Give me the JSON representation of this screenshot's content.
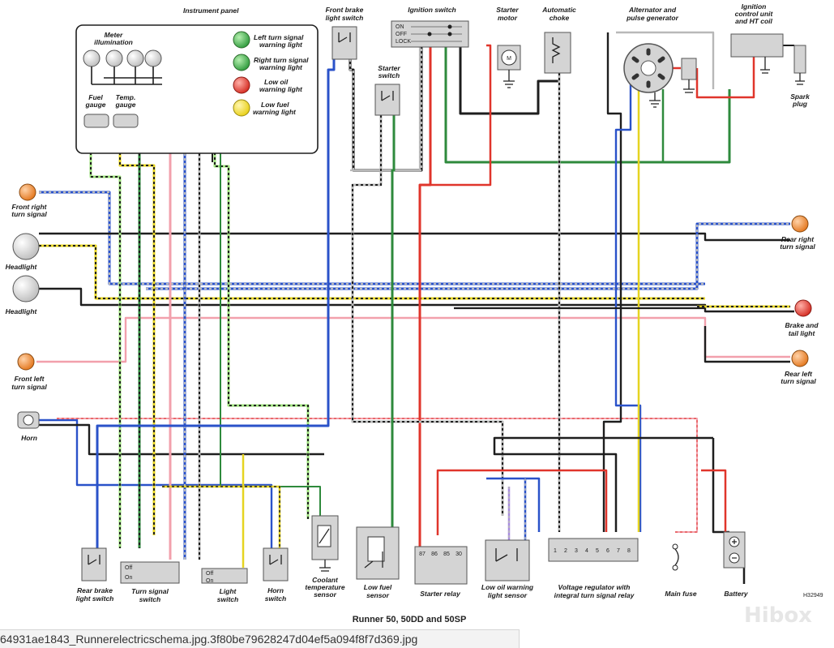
{
  "diagram": {
    "title": "Runner 50, 50DD and 50SP",
    "code": "H32949",
    "watermark": "Hibox",
    "components": {
      "instrument_panel": "Instrument panel",
      "meter_illumination": [
        "Meter",
        "illumination"
      ],
      "fuel_gauge": [
        "Fuel",
        "gauge"
      ],
      "temp_gauge": [
        "Temp.",
        "gauge"
      ],
      "left_turn_warning": [
        "Left turn signal",
        "warning light"
      ],
      "right_turn_warning": [
        "Right turn signal",
        "warning light"
      ],
      "low_oil_warning": [
        "Low oil",
        "warning light"
      ],
      "low_fuel_warning": [
        "Low fuel",
        "warning light"
      ],
      "front_brake_switch": [
        "Front brake",
        "light switch"
      ],
      "ignition_switch": "Ignition switch",
      "ignition_positions": [
        "ON",
        "OFF",
        "LOCK"
      ],
      "starter_motor": [
        "Starter",
        "motor"
      ],
      "starter_motor_symbol": "M",
      "automatic_choke": [
        "Automatic",
        "choke"
      ],
      "alternator": [
        "Alternator and",
        "pulse generator"
      ],
      "ignition_unit": [
        "Ignition",
        "control unit",
        "and HT coil"
      ],
      "spark_plug": [
        "Spark",
        "plug"
      ],
      "starter_switch": [
        "Starter",
        "switch"
      ],
      "front_right_turn": [
        "Front right",
        "turn signal"
      ],
      "headlight_1": "Headlight",
      "headlight_2": "Headlight",
      "front_left_turn": [
        "Front left",
        "turn signal"
      ],
      "horn": "Horn",
      "rear_right_turn": [
        "Rear right",
        "turn signal"
      ],
      "brake_tail_light": [
        "Brake and",
        "tail light"
      ],
      "rear_left_turn": [
        "Rear left",
        "turn signal"
      ],
      "rear_brake_switch": [
        "Rear brake",
        "light switch"
      ],
      "turn_signal_switch": [
        "Turn signal",
        "switch"
      ],
      "light_switch": [
        "Light",
        "switch"
      ],
      "horn_switch": [
        "Horn",
        "switch"
      ],
      "coolant_sensor": [
        "Coolant",
        "temperature",
        "sensor"
      ],
      "low_fuel_sensor": [
        "Low fuel",
        "sensor"
      ],
      "starter_relay": "Starter relay",
      "relay_pins": [
        "87",
        "86",
        "85",
        "30"
      ],
      "low_oil_sensor": [
        "Low oil warning",
        "light sensor"
      ],
      "voltage_regulator": [
        "Voltage regulator with",
        "integral turn signal relay"
      ],
      "regulator_pins": [
        "1",
        "2",
        "3",
        "4",
        "5",
        "6",
        "7",
        "8"
      ],
      "main_fuse": "Main fuse",
      "battery": "Battery",
      "switch_states": [
        "Off",
        "On"
      ]
    }
  },
  "caption": "64931ae1843_Runnerelectricschema.jpg.3f80be79628247d04ef5a094f8f7d369.jpg",
  "colors": {
    "black": "#1e1e1e",
    "blue": "#2a52c9",
    "red": "#e0352b",
    "green": "#2e8a3c",
    "yellow": "#e6d420",
    "pink": "#f2a0ac",
    "grey": "#b8b8b8",
    "purple": "#a78be0",
    "lightgreen": "#9be07a",
    "orange_lamp": "#f08a2a",
    "component_grey": "#d4d4d4"
  }
}
